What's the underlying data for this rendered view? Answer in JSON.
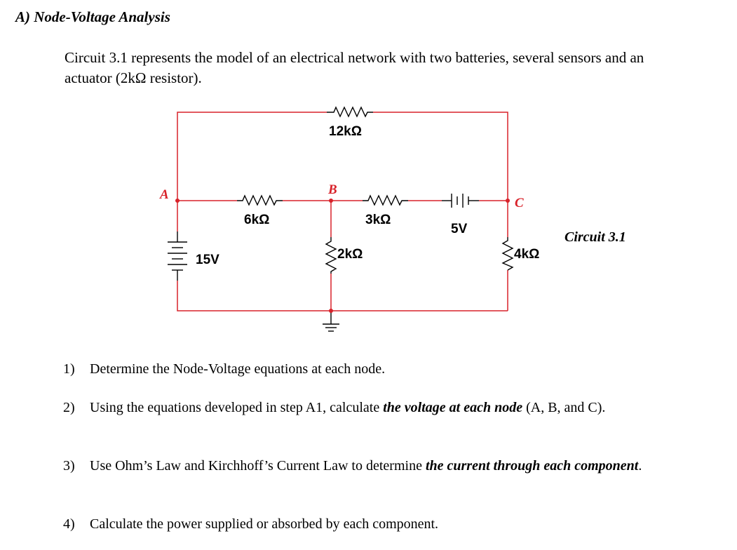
{
  "heading": "A) Node-Voltage Analysis",
  "intro": "Circuit 3.1 represents the model of an electrical network with two batteries, several sensors and an actuator (2kΩ resistor).",
  "circuit": {
    "caption": "Circuit 3.1",
    "nodes": {
      "a": "A",
      "b": "B",
      "c": "C"
    },
    "labels": {
      "r12k": "12kΩ",
      "r6k": "6kΩ",
      "r3k": "3kΩ",
      "r2k": "2kΩ",
      "r4k": "4kΩ",
      "v15": "15V",
      "v5": "5V"
    },
    "colors": {
      "wire": "#d8222a",
      "component": "#000000",
      "node_label": "#d8222a"
    }
  },
  "questions": [
    {
      "number": "1)",
      "pre": "Determine the Node-Voltage equations at each node.",
      "emph": "",
      "post": ""
    },
    {
      "number": "2)",
      "pre": "Using the equations developed in step A1, calculate ",
      "emph": "the voltage at each node",
      "post": " (A, B, and C)."
    },
    {
      "number": "3)",
      "pre": "Use Ohm’s Law and Kirchhoff’s Current Law to determine ",
      "emph": "the current through each component",
      "post": "."
    },
    {
      "number": "4)",
      "pre": "Calculate the power supplied or absorbed by each component.",
      "emph": "",
      "post": ""
    }
  ]
}
